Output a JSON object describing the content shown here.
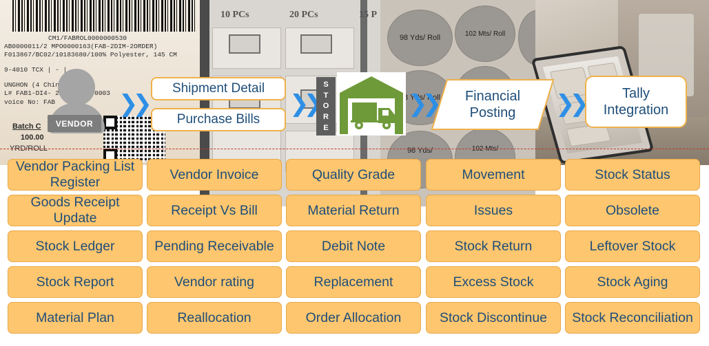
{
  "background": {
    "label_doc": {
      "line1": "CM1/FABROL0000000530",
      "line2": "AB0000011/2        MPO0000163(FAB-2DIM-2ORDER)",
      "line3": "F013867/BC02/10183680/100% Polyester, 145 CM",
      "line4": "9-4010 TCX | - |",
      "line5": "UNGHON (4         China",
      "line6": "L# FAB1-DI4-    2023 | LB00003",
      "line7": "voice No:    FAB",
      "line8": "Batch C",
      "line9": "100.00",
      "line10": "YRD/ROLL"
    },
    "shelf_labels": [
      "10 PCs",
      "20 PCs",
      "15 P"
    ],
    "roll_labels": [
      "98 Yds/ Roll",
      "102 Mts/ Roll",
      "98 Yds/ Roll",
      "98 Yds/",
      "102 Mts/"
    ]
  },
  "flow": {
    "vendor_label": "VENDOR",
    "shipment_detail": "Shipment Detail",
    "purchase_bills": "Purchase Bills",
    "store_letters": [
      "S",
      "T",
      "O",
      "R",
      "E"
    ],
    "financial_posting": "Financial Posting",
    "tally_integration": "Tally Integration",
    "colors": {
      "accent_border": "#f0b14a",
      "text": "#1f4e79",
      "chevron": "#2e8fe6",
      "warehouse_green": "#6f9a3a"
    }
  },
  "modules": [
    [
      "Vendor Packing List Register",
      "Vendor Invoice",
      "Quality Grade",
      "Movement",
      "Stock Status"
    ],
    [
      "Goods Receipt Update",
      "Receipt Vs Bill",
      "Material Return",
      "Issues",
      "Obsolete"
    ],
    [
      "Stock Ledger",
      "Pending Receivable",
      "Debit Note",
      "Stock Return",
      "Leftover Stock"
    ],
    [
      "Stock Report",
      "Vendor rating",
      "Replacement",
      "Excess Stock",
      "Stock Aging"
    ],
    [
      "Material Plan",
      "Reallocation",
      "Order Allocation",
      "Stock Discontinue",
      "Stock Reconciliation"
    ]
  ],
  "tile_color": "#fec66e"
}
